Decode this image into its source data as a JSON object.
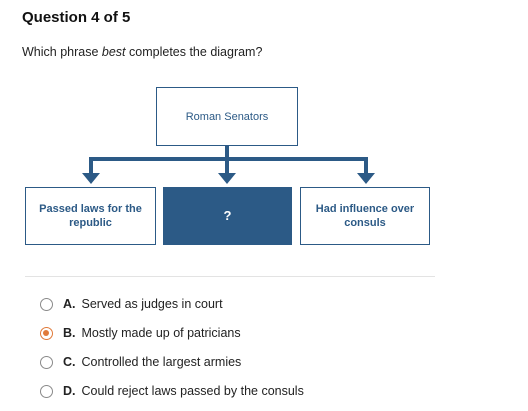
{
  "question": {
    "title": "Question 4 of 5",
    "prompt_before": "Which phrase ",
    "prompt_emphasis": "best",
    "prompt_after": " completes the diagram?"
  },
  "diagram": {
    "top": "Roman Senators",
    "left": "Passed laws for the republic",
    "middle": "?",
    "right": "Had influence over consuls",
    "colors": {
      "primary": "#2c5a86"
    }
  },
  "answers": [
    {
      "letter": "A.",
      "text": "Served as judges in court",
      "selected": false
    },
    {
      "letter": "B.",
      "text": "Mostly made up of patricians",
      "selected": true
    },
    {
      "letter": "C.",
      "text": "Controlled the largest armies",
      "selected": false
    },
    {
      "letter": "D.",
      "text": "Could reject laws passed by the consuls",
      "selected": false
    }
  ],
  "colors": {
    "selected_radio": "#e07a3a"
  }
}
